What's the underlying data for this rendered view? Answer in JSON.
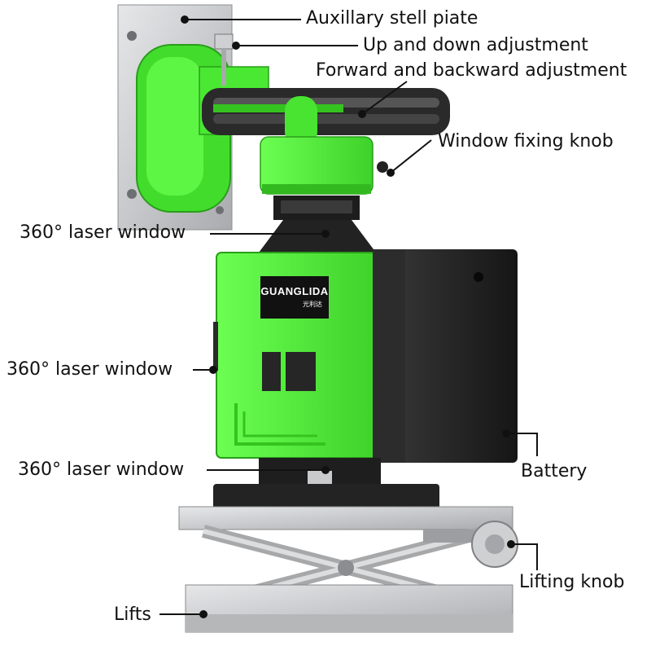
{
  "product": {
    "brand_name": "GUANGLIDA",
    "brand_sub": "光利达"
  },
  "callouts": {
    "steel_plate": "Auxillary stell piate",
    "up_down": "Up and down adjustment",
    "forward_backward": "Forward and backward adjustment",
    "window_knob": "Window fixing knob",
    "laser_window_top": "360° laser window",
    "laser_window_side": "360° laser window",
    "laser_window_bottom": "360° laser window",
    "battery": "Battery",
    "lifting_knob": "Lifting knob",
    "lifts": "Lifts"
  },
  "colors": {
    "body_green": "#52f23a",
    "dark_green": "#2fb51e",
    "battery_black": "#1e1e1e",
    "steel": "#c9cacc",
    "text": "#111111"
  }
}
